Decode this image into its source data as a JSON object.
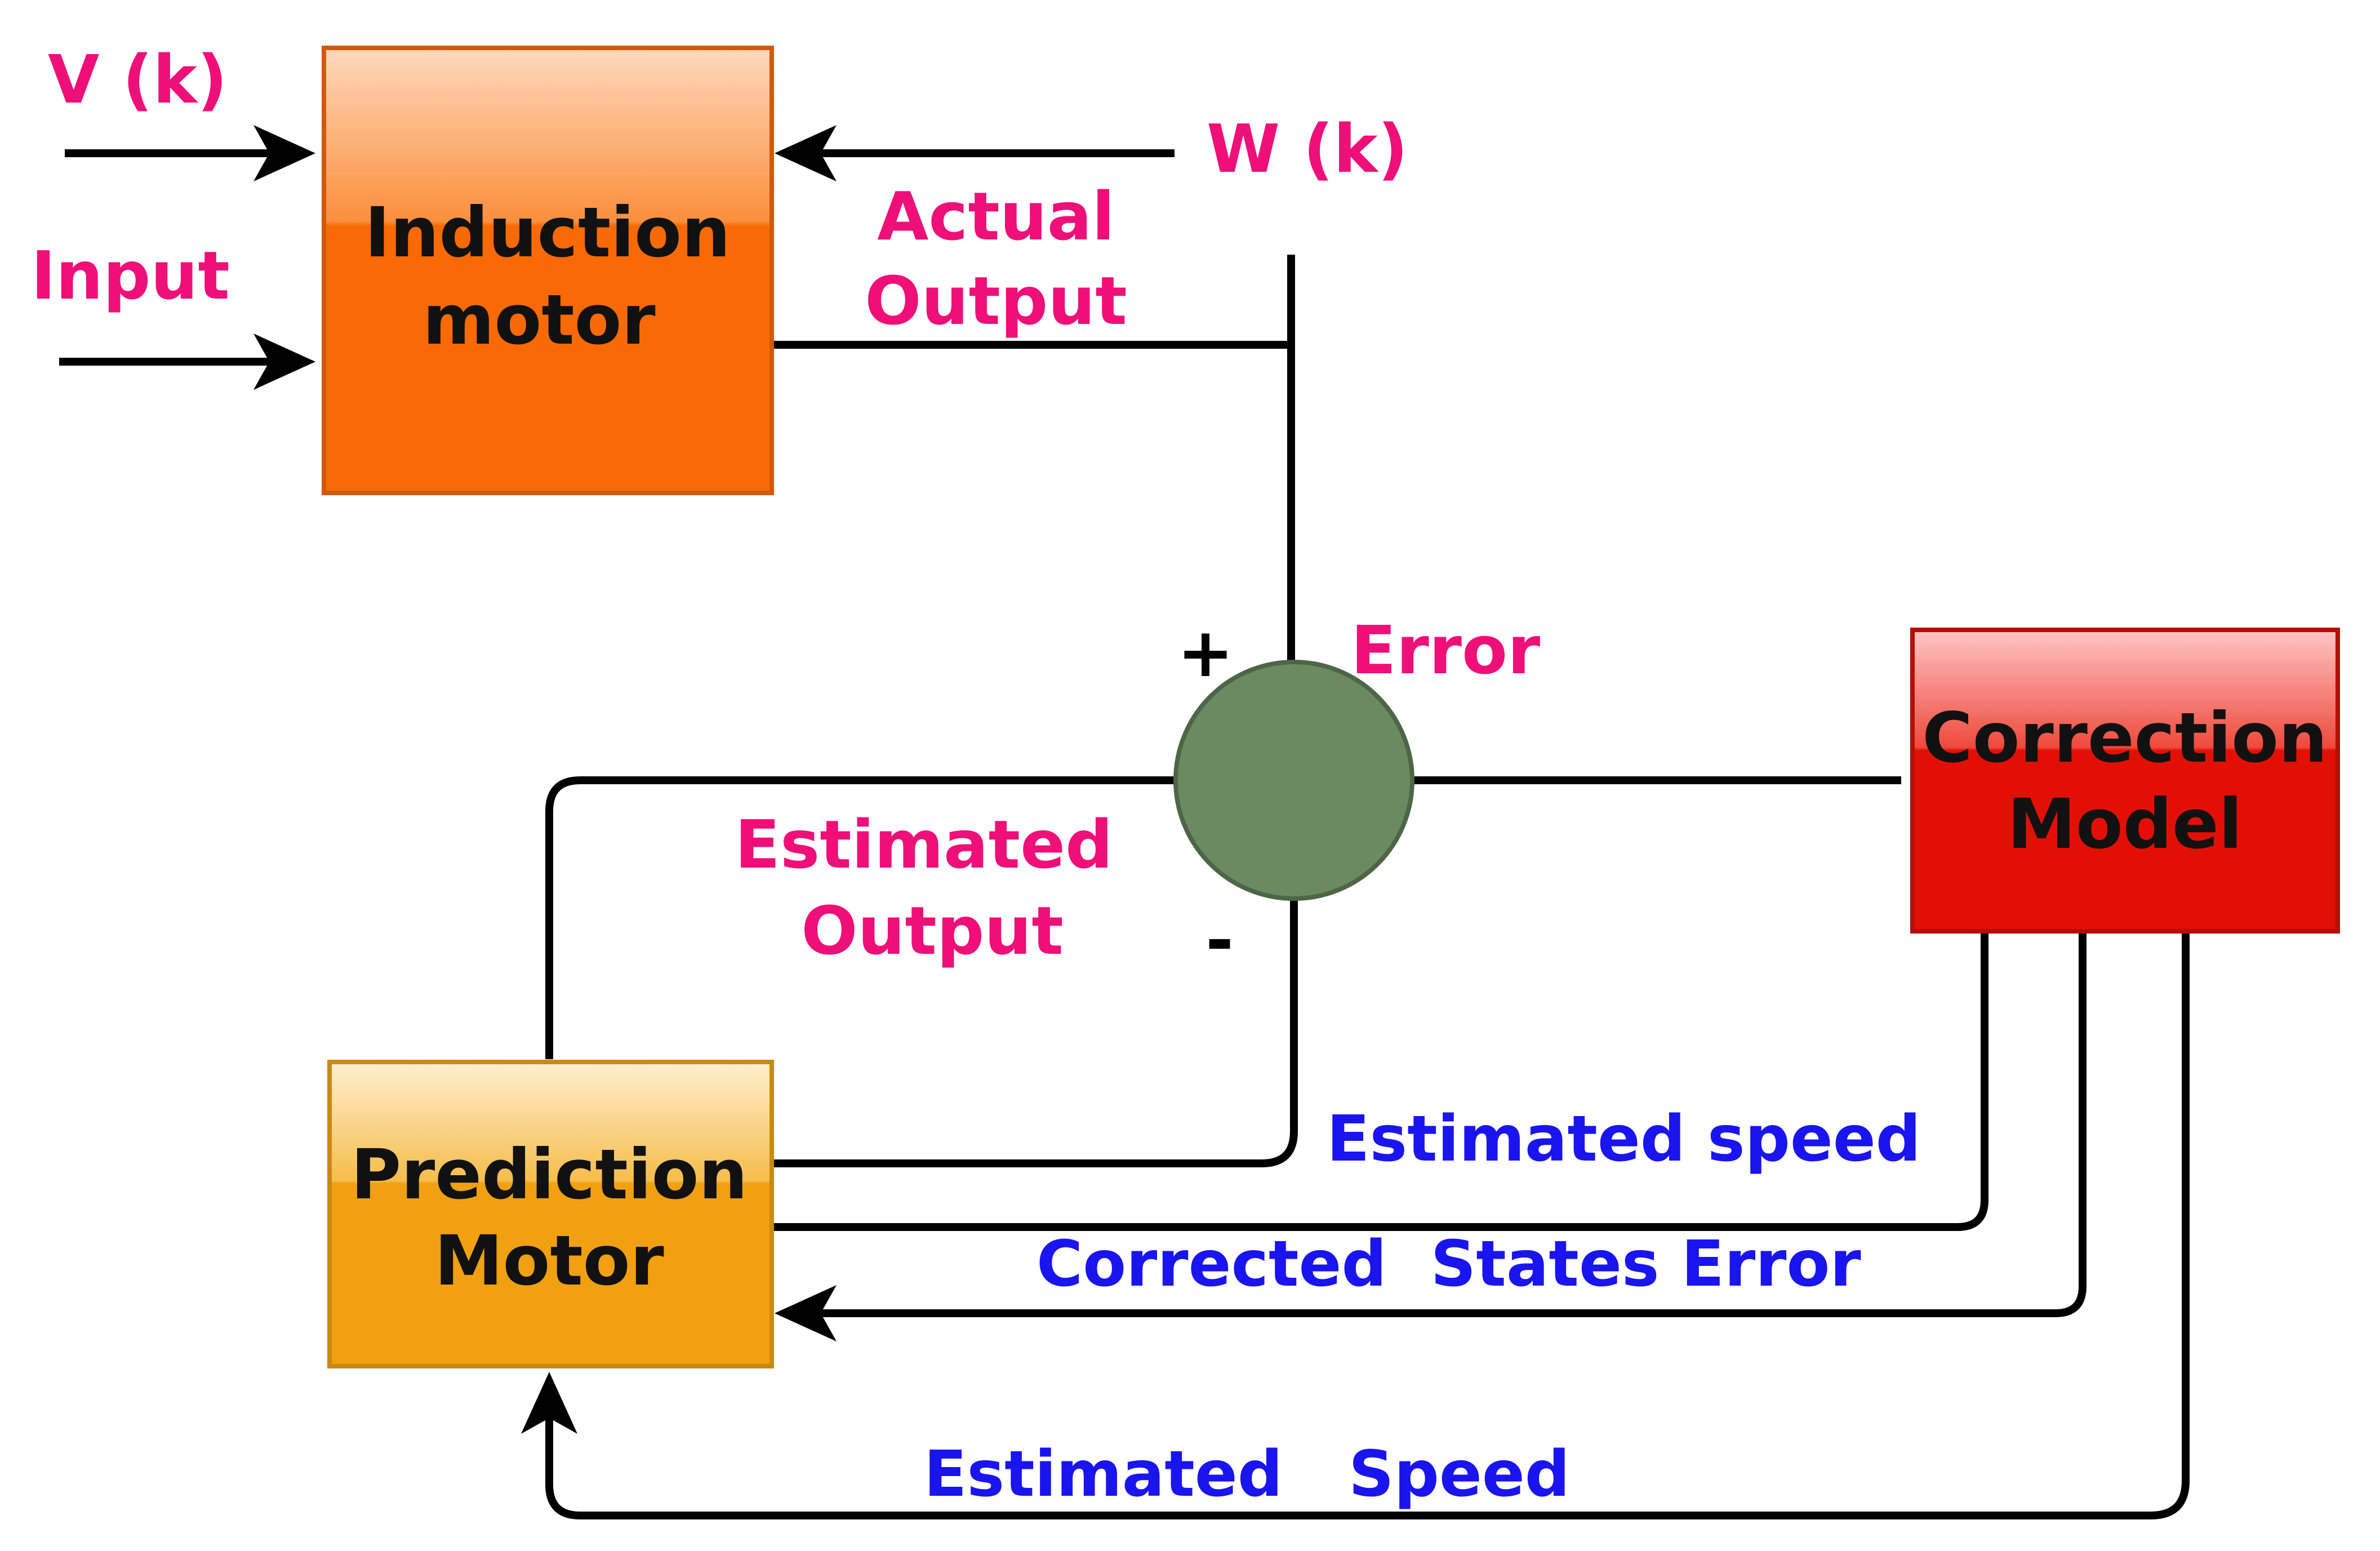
{
  "blocks": {
    "induction_motor": {
      "line1": "Induction",
      "line2": "motor",
      "color": "#f96a06"
    },
    "prediction_motor": {
      "line1": "Prediction",
      "line2": "Motor",
      "color": "#f0a010"
    },
    "correction_model": {
      "line1": "Correction",
      "line2": "Model",
      "color": "#e21004"
    },
    "summing_junction": {
      "color": "#6b8a62"
    }
  },
  "labels": {
    "v_k": "V (k)",
    "input": "Input",
    "w_k": "W (k)",
    "actual_output_line1": "Actual",
    "actual_output_line2": "Output",
    "error": "Error",
    "plus": "+",
    "minus": "-",
    "estimated_output_line1": "Estimated",
    "estimated_output_line2": "Output",
    "estimated_speed_upper": "Estimated speed",
    "corrected_states_error": "Corrected  States Error",
    "estimated_speed_lower": "Estimated   Speed"
  },
  "colors": {
    "signal_label": "#ef0f78",
    "feedback_label": "#1a14ee",
    "wire": "#000000"
  }
}
